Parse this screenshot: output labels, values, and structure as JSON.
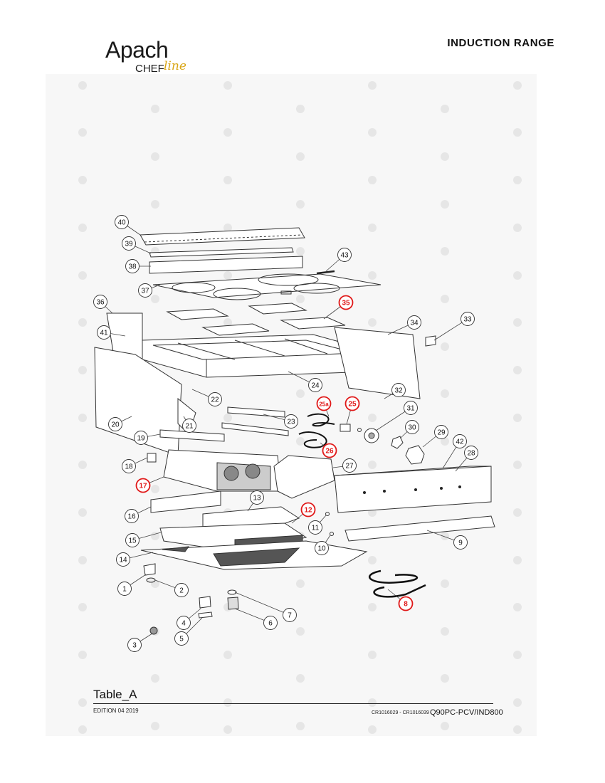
{
  "brand": {
    "name": "Apach",
    "sub": "CHEF",
    "script": "line"
  },
  "title": "INDUCTION RANGE",
  "callouts": [
    {
      "n": "40",
      "red": false
    },
    {
      "n": "39",
      "red": false
    },
    {
      "n": "38",
      "red": false
    },
    {
      "n": "37",
      "red": false
    },
    {
      "n": "43",
      "red": false
    },
    {
      "n": "36",
      "red": false
    },
    {
      "n": "35",
      "red": true
    },
    {
      "n": "41",
      "red": false
    },
    {
      "n": "34",
      "red": false
    },
    {
      "n": "33",
      "red": false
    },
    {
      "n": "24",
      "red": false
    },
    {
      "n": "22",
      "red": false
    },
    {
      "n": "32",
      "red": false
    },
    {
      "n": "25a",
      "red": true
    },
    {
      "n": "25",
      "red": true
    },
    {
      "n": "31",
      "red": false
    },
    {
      "n": "20",
      "red": false
    },
    {
      "n": "21",
      "red": false
    },
    {
      "n": "23",
      "red": false
    },
    {
      "n": "30",
      "red": false
    },
    {
      "n": "29",
      "red": false
    },
    {
      "n": "19",
      "red": false
    },
    {
      "n": "26",
      "red": true
    },
    {
      "n": "42",
      "red": false
    },
    {
      "n": "28",
      "red": false
    },
    {
      "n": "18",
      "red": false
    },
    {
      "n": "27",
      "red": false
    },
    {
      "n": "17",
      "red": true
    },
    {
      "n": "13",
      "red": false
    },
    {
      "n": "16",
      "red": false
    },
    {
      "n": "12",
      "red": true
    },
    {
      "n": "11",
      "red": false
    },
    {
      "n": "15",
      "red": false
    },
    {
      "n": "10",
      "red": false
    },
    {
      "n": "9",
      "red": false
    },
    {
      "n": "14",
      "red": false
    },
    {
      "n": "1",
      "red": false
    },
    {
      "n": "2",
      "red": false
    },
    {
      "n": "8",
      "red": true
    },
    {
      "n": "7",
      "red": false
    },
    {
      "n": "4",
      "red": false
    },
    {
      "n": "6",
      "red": false
    },
    {
      "n": "5",
      "red": false
    },
    {
      "n": "3",
      "red": false
    }
  ],
  "footer": {
    "table_label": "Table_A",
    "edition": "EDITION 04 2019",
    "codes": "CR1016029 - CR1016039",
    "model": "Q90PC-PCV/IND800"
  }
}
